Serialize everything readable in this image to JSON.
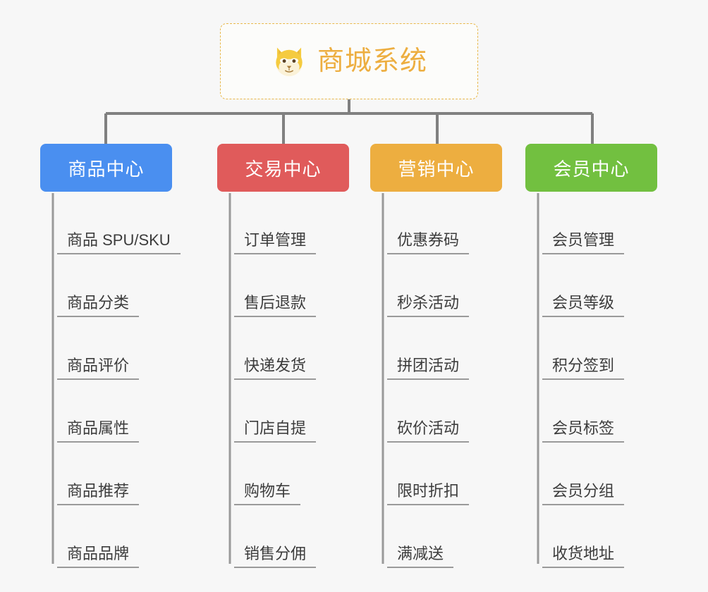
{
  "root": {
    "title": "商城系统",
    "icon": "shiba-dog-icon",
    "border_color": "#e8b84b",
    "text_color": "#edae40"
  },
  "canvas": {
    "background": "#f7f7f7",
    "connector_color": "#808080",
    "leaf_rule_color": "#9a9a9a"
  },
  "branches": [
    {
      "label": "商品中心",
      "color": "#4a8ff0",
      "leaves": [
        {
          "label": "商品 SPU/SKU"
        },
        {
          "label": "商品分类"
        },
        {
          "label": "商品评价"
        },
        {
          "label": "商品属性"
        },
        {
          "label": "商品推荐"
        },
        {
          "label": "商品品牌"
        }
      ]
    },
    {
      "label": "交易中心",
      "color": "#e05b5b",
      "leaves": [
        {
          "label": "订单管理"
        },
        {
          "label": "售后退款"
        },
        {
          "label": "快递发货"
        },
        {
          "label": "门店自提"
        },
        {
          "label": "购物车"
        },
        {
          "label": "销售分佣"
        }
      ]
    },
    {
      "label": "营销中心",
      "color": "#edae40",
      "leaves": [
        {
          "label": "优惠券码"
        },
        {
          "label": "秒杀活动"
        },
        {
          "label": "拼团活动"
        },
        {
          "label": "砍价活动"
        },
        {
          "label": "限时折扣"
        },
        {
          "label": "满减送"
        }
      ]
    },
    {
      "label": "会员中心",
      "color": "#72c040",
      "leaves": [
        {
          "label": "会员管理"
        },
        {
          "label": "会员等级"
        },
        {
          "label": "积分签到"
        },
        {
          "label": "会员标签"
        },
        {
          "label": "会员分组"
        },
        {
          "label": "收货地址"
        }
      ]
    }
  ]
}
